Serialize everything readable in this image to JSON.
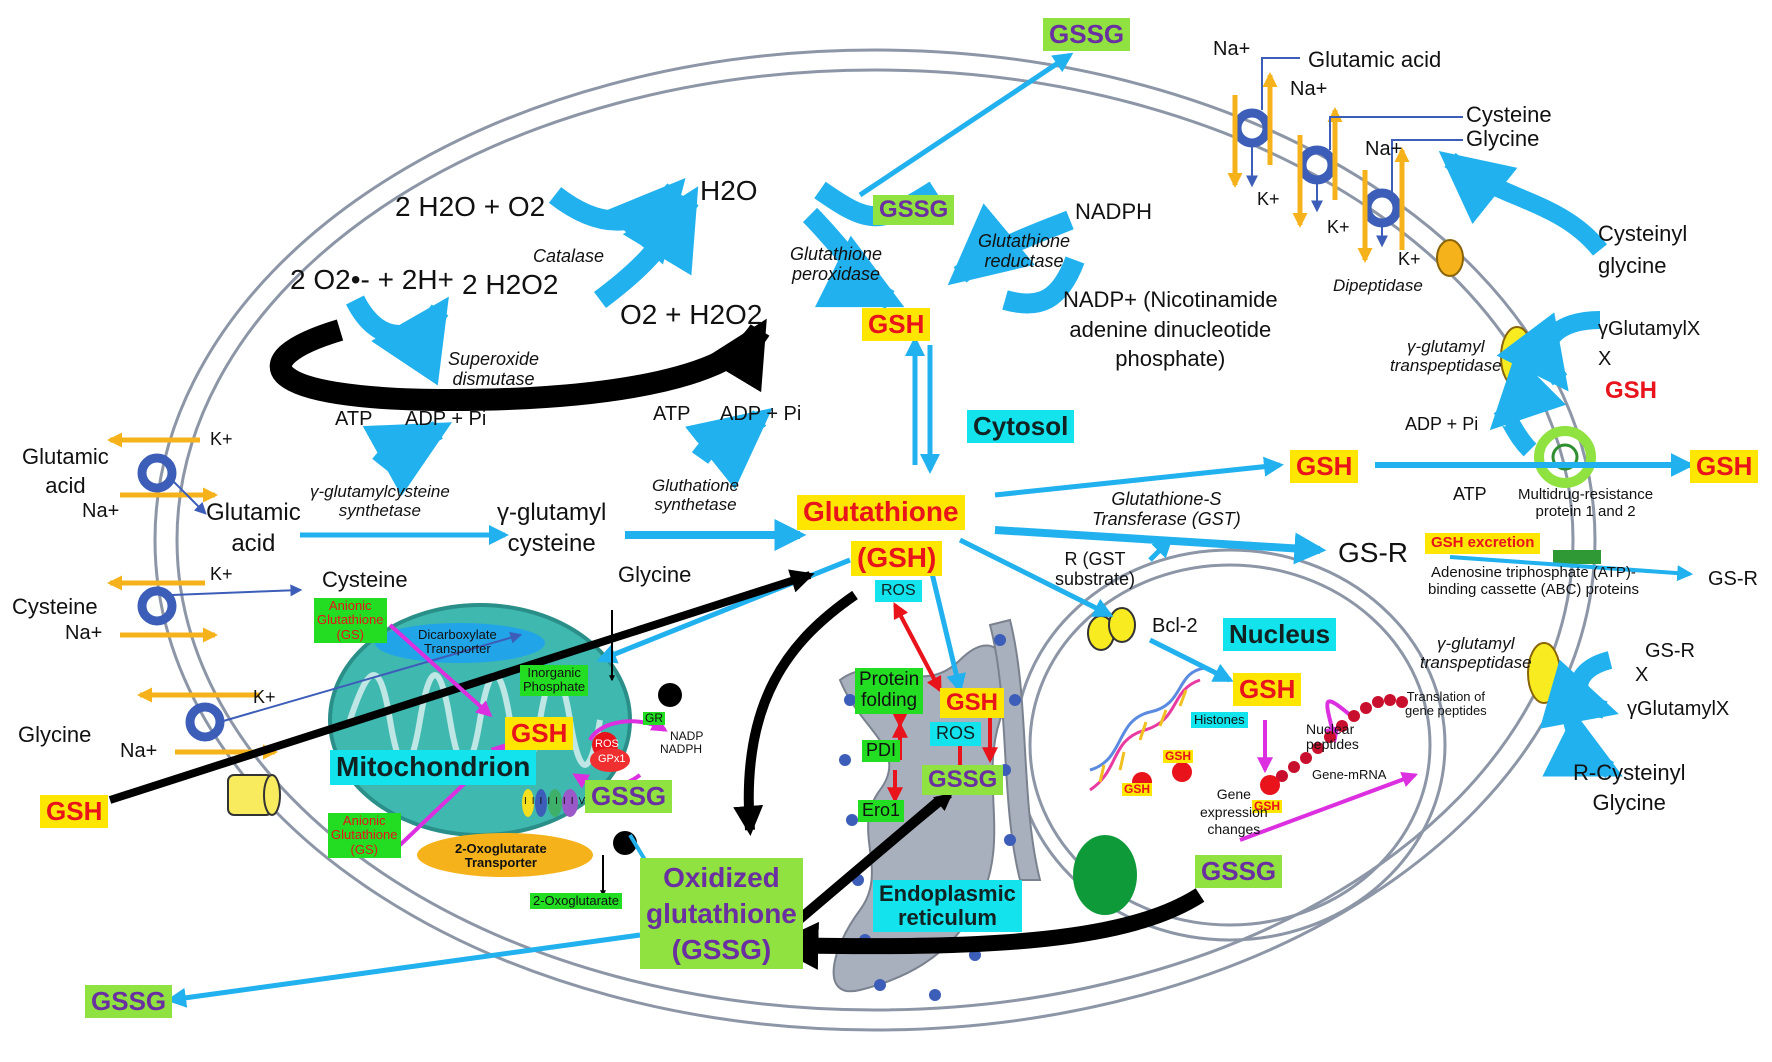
{
  "colors": {
    "arrow_blue": "#21b1ee",
    "orange": "#f5b21b",
    "transporter_blue": "#3d5eb8",
    "mito_teal": "#3fb8b0",
    "er_grey": "#a9b0bd",
    "black": "#000000",
    "magenta": "#dc2fe0",
    "red_arrow": "#e8131b",
    "highlight_yellow": "#ffe600",
    "highlight_lime": "#8fe23f",
    "highlight_green": "#22dd22",
    "highlight_cyan": "#13e3ec"
  },
  "top": {
    "gssg_export": "GSSG",
    "h2o_o2": "2 H2O + O2",
    "h2o": "H2O",
    "gssg_top": "GSSG",
    "nadph": "NADPH",
    "catalase": "Catalase",
    "gpx": [
      "Glutathione",
      "peroxidase"
    ],
    "gr": [
      "Glutathione",
      "reductase"
    ],
    "superoxide_left": "2 O2•- + 2H+",
    "h2o2": "2 H2O2",
    "o2_h2o2": "O2 + H2O2",
    "gsh_top": "GSH",
    "nadp": [
      "NADP+ (Nicotinamide",
      "adenine dinucleotide",
      "phosphate)"
    ],
    "sod": [
      "Superoxide",
      "dismutase"
    ]
  },
  "membrane_right": {
    "na1": "Na+",
    "glutamic": "Glutamic acid",
    "na2": "Na+",
    "cysteine": "Cysteine",
    "glycine": "Glycine",
    "na3": "Na+",
    "k1": "K+",
    "k2": "K+",
    "k3": "K+",
    "dipeptidase": "Dipeptidase",
    "cysteinyl": [
      "Cysteinyl",
      "glycine"
    ],
    "ggt_top": [
      "γ-glutamyl",
      "transpeptidase"
    ],
    "gamma_x": "γGlutamylX",
    "x": "X",
    "gsh_out": "GSH"
  },
  "cytosol": {
    "label": "Cytosol",
    "atp1": "ATP",
    "adp1": "ADP + Pi",
    "atp2": "ATP",
    "adp2": "ADP + Pi",
    "gcs": [
      "γ-glutamylcysteine",
      "synthetase"
    ],
    "gs": [
      "Gluthatione",
      "synthetase"
    ],
    "gamma_cys": [
      "γ-glutamyl",
      "cysteine"
    ],
    "glutamic": [
      "Glutamic",
      "acid"
    ],
    "cysteine": "Cysteine",
    "glycine": "Glycine",
    "glutathione": "Glutathione",
    "gsh_paren": "(GSH)",
    "ros": "ROS"
  },
  "membrane_left": {
    "glutamic": [
      "Glutamic",
      "acid"
    ],
    "k1": "K+",
    "na1": "Na+",
    "cysteine": "Cysteine",
    "k2": "K+",
    "na2": "Na+",
    "k3": "K+",
    "glycine": "Glycine",
    "na3": "Na+",
    "gsh": "GSH"
  },
  "export_right": {
    "gsh_mid": "GSH",
    "gsh_out": "GSH",
    "adp": "ADP + Pi",
    "atp": "ATP",
    "mrp": [
      "Multidrug-resistance",
      "protein  1 and 2"
    ],
    "gst": [
      "Glutathione-S",
      "Transferase (GST)"
    ],
    "gsr": "GS-R",
    "gsh_excretion": "GSH excretion",
    "abc": [
      "Adenosine triphosphate (ATP)-",
      "binding cassette (ABC) proteins"
    ],
    "gsr_out": "GS-R",
    "r_gst": [
      "R (GST",
      "substrate)"
    ],
    "bcl2": "Bcl-2",
    "ggt_bottom": [
      "γ-glutamyl",
      "transpeptidase"
    ],
    "gsr2": "GS-R",
    "x2": "X",
    "gamma_x2": "γGlutamylX",
    "r_cys": [
      "R-Cysteinyl",
      "Glycine"
    ]
  },
  "mitochondrion": {
    "label": "Mitochondrion",
    "anionic1": [
      "Anionic",
      "Glutathione",
      "(GS)"
    ],
    "anionic2": [
      "Anionic",
      "Glutathione",
      "(GS)"
    ],
    "dicarb": [
      "Dicarboxylate",
      "Transporter"
    ],
    "inorganic": [
      "Inorganic",
      "Phosphate"
    ],
    "gsh": "GSH",
    "ros": "ROS",
    "gpx1": "GPx1",
    "gr": "GR",
    "nadp": "NADP",
    "nadph": "NADPH",
    "gssg": "GSSG",
    "complexes": [
      "I",
      "II",
      "III",
      "IV"
    ],
    "oxo": [
      "2-Oxoglutarate",
      "Transporter"
    ],
    "oxo_out": "2-Oxoglutarate"
  },
  "er": {
    "protein": [
      "Protein",
      "folding"
    ],
    "gsh": "GSH",
    "ros": "ROS",
    "pdi": "PDI",
    "gssg": "GSSG",
    "ero1": "Ero1",
    "label": [
      "Endoplasmic",
      "reticulum"
    ]
  },
  "nucleus": {
    "label": "Nucleus",
    "gsh": "GSH",
    "histones": "Histones",
    "nuclear": [
      "Nuclear",
      "peptides"
    ],
    "translation": [
      "Translation of",
      "gene peptides"
    ],
    "mrna": "Gene-mRNA",
    "gsh_a": "GSH",
    "gsh_b": "GSH",
    "gsh_c": "GSH",
    "gene_expr": [
      "Gene",
      "expression",
      "changes"
    ],
    "gssg": "GSSG"
  },
  "bottom": {
    "oxidized": [
      "Oxidized",
      "glutathione",
      "(GSSG)"
    ],
    "gssg_out": "GSSG"
  }
}
